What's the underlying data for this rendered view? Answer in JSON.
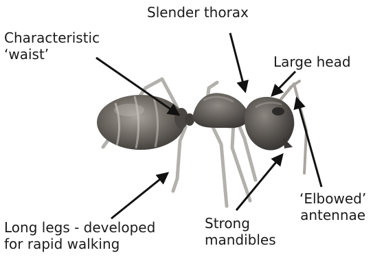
{
  "labels": {
    "thorax": "Slender thorax",
    "waist_line1": "Characteristic",
    "waist_line2": "‘waist’",
    "head": "Large head",
    "antennae_line1": "‘Elbowed’",
    "antennae_line2": "antennae",
    "mandibles_line1": "Strong",
    "mandibles_line2": "mandibles",
    "legs_line1": "Long legs - developed",
    "legs_line2": "for rapid walking"
  },
  "colors": {
    "text": "#1a1a1a",
    "arrow": "#111111",
    "ant_body": "#5e5a56",
    "ant_dark": "#3a3735",
    "ant_light": "#9a9590",
    "legs": "#b3b1ad"
  }
}
